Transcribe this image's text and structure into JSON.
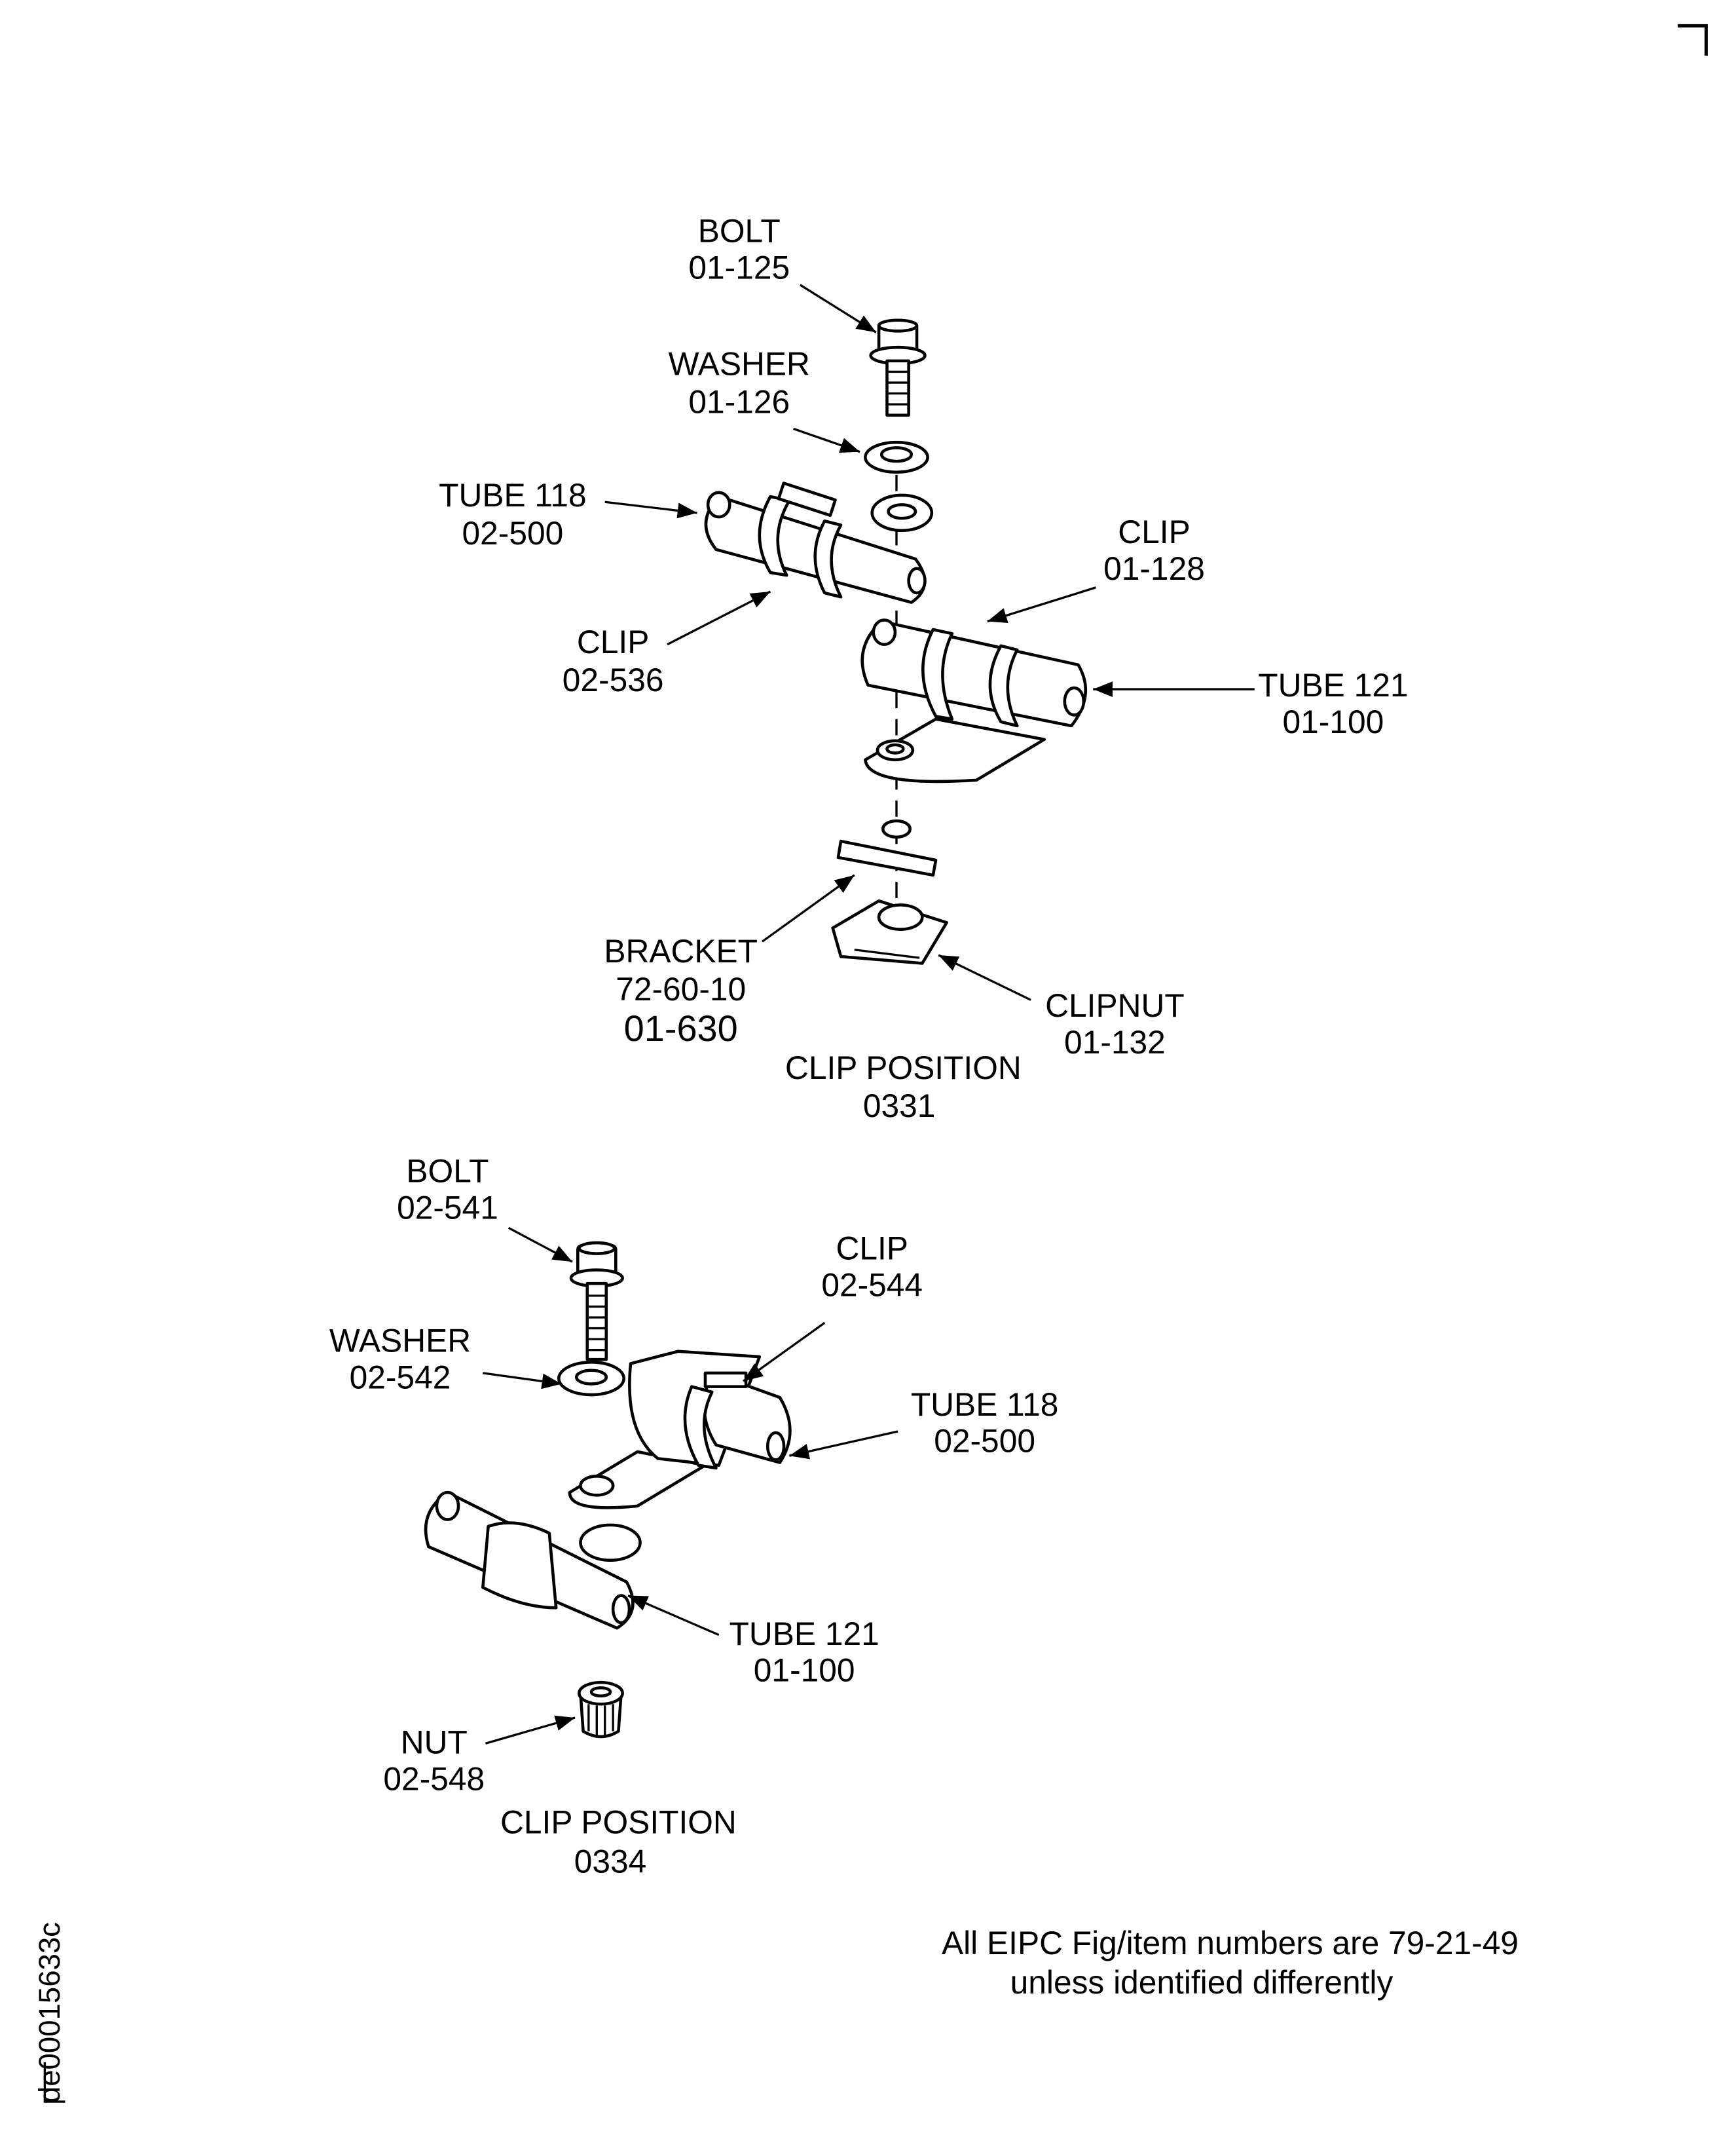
{
  "figure_id": "de00015633c",
  "note": {
    "line1": "All EIPC Fig/item numbers are 79-21-49",
    "line2": "unless identified differently"
  },
  "position_0331": {
    "title": "CLIP POSITION",
    "number": "0331",
    "labels": {
      "bolt": {
        "name": "BOLT",
        "item": "01-125"
      },
      "washer": {
        "name": "WASHER",
        "item": "01-126"
      },
      "tube118": {
        "name": "TUBE 118",
        "item": "02-500"
      },
      "clip_01128": {
        "name": "CLIP",
        "item": "01-128"
      },
      "clip_02536": {
        "name": "CLIP",
        "item": "02-536"
      },
      "tube121": {
        "name": "TUBE 121",
        "item": "01-100"
      },
      "bracket": {
        "name": "BRACKET",
        "ref": "72-60-10",
        "item": "01-630"
      },
      "clipnut": {
        "name": "CLIPNUT",
        "item": "01-132"
      }
    }
  },
  "position_0334": {
    "title": "CLIP POSITION",
    "number": "0334",
    "labels": {
      "bolt": {
        "name": "BOLT",
        "item": "02-541"
      },
      "clip": {
        "name": "CLIP",
        "item": "02-544"
      },
      "washer": {
        "name": "WASHER",
        "item": "02-542"
      },
      "tube118": {
        "name": "TUBE 118",
        "item": "02-500"
      },
      "tube121": {
        "name": "TUBE 121",
        "item": "01-100"
      },
      "nut": {
        "name": "NUT",
        "item": "02-548"
      }
    }
  }
}
